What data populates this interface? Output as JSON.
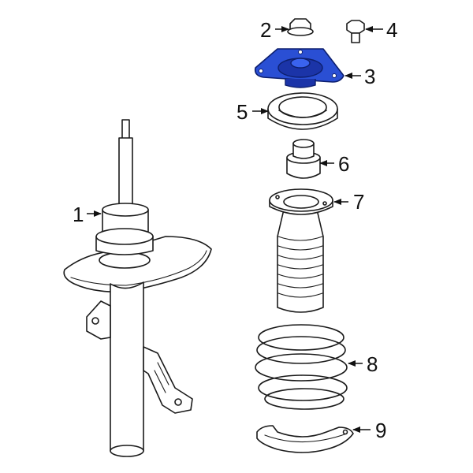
{
  "callouts": {
    "c1": "1",
    "c2": "2",
    "c3": "3",
    "c4": "4",
    "c5": "5",
    "c6": "6",
    "c7": "7",
    "c8": "8",
    "c9": "9"
  },
  "colors": {
    "highlight": "#2a4fd4",
    "highlight_dark": "#1b34a8",
    "line": "#1a1a1a",
    "background": "#ffffff"
  }
}
